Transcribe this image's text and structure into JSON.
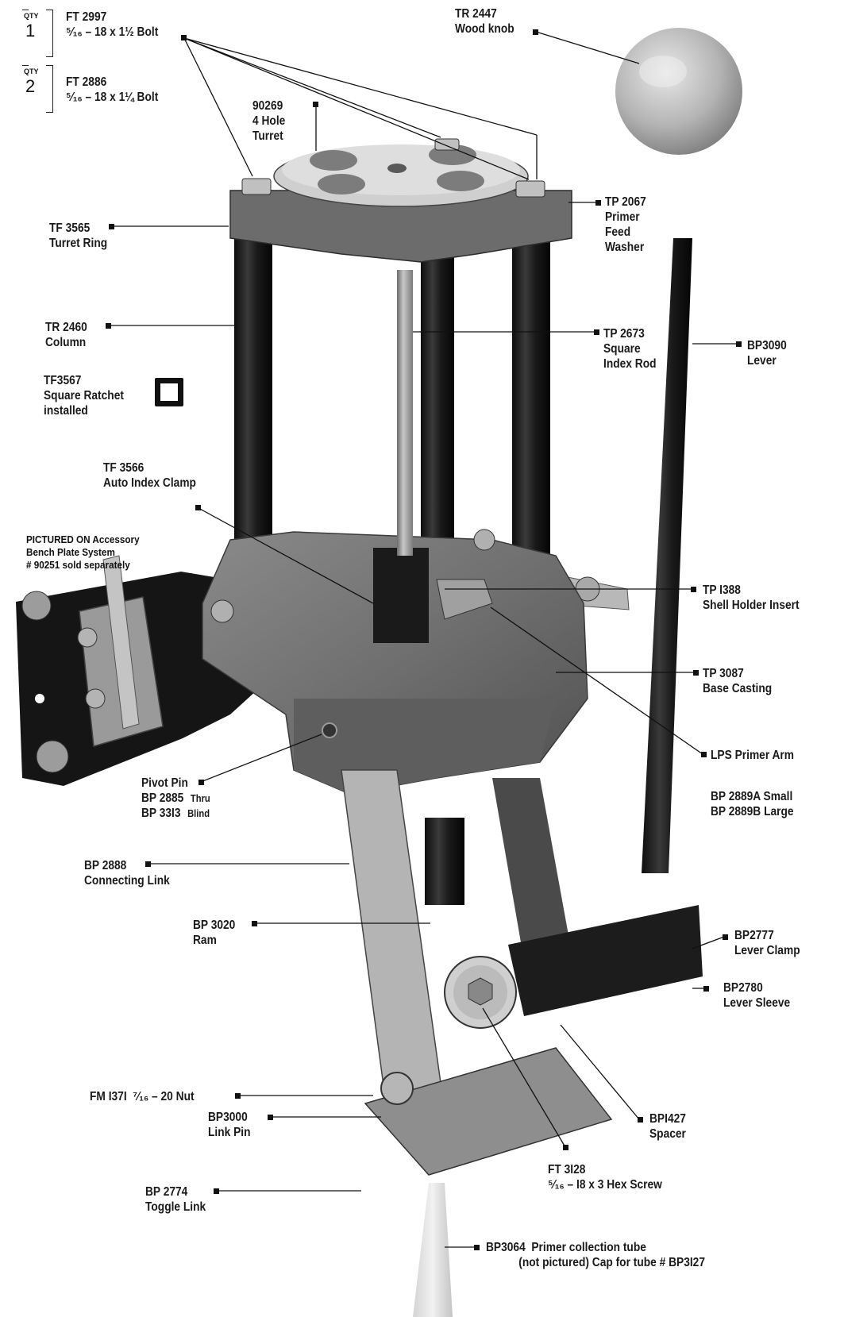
{
  "qty_label": "QTY",
  "bolts": [
    {
      "qty": "1",
      "part": "FT 2997",
      "desc": "⁵⁄₁₆ – 18 x 1½ Bolt"
    },
    {
      "qty": "2",
      "part": "FT 2886",
      "desc": "⁵⁄₁₆ – 18 x 1¼ Bolt"
    }
  ],
  "labels": {
    "wood_knob": {
      "part": "TR 2447",
      "name": "Wood knob"
    },
    "turret": {
      "part": "90269",
      "name1": "4 Hole",
      "name2": "Turret"
    },
    "primer_feed_washer": {
      "part": "TP 2067",
      "name1": "Primer",
      "name2": "Feed",
      "name3": "Washer"
    },
    "turret_ring": {
      "part": "TF 3565",
      "name": "Turret Ring"
    },
    "column": {
      "part": "TR 2460",
      "name": "Column"
    },
    "square_index_rod": {
      "part": "TP 2673",
      "name1": "Square",
      "name2": "Index Rod"
    },
    "lever": {
      "part": "BP3090",
      "name": "Lever"
    },
    "square_ratchet": {
      "part": "TF3567",
      "name1": "Square Ratchet",
      "name2": "installed"
    },
    "auto_index_clamp": {
      "part": "TF 3566",
      "name": "Auto Index Clamp"
    },
    "shell_holder_insert": {
      "part": "TP I388",
      "name": "Shell Holder Insert"
    },
    "base_casting": {
      "part": "TP 3087",
      "name": "Base Casting"
    },
    "primer_arm": {
      "name": "LPS Primer Arm",
      "small_part": "BP 2889A",
      "small": "Small",
      "large_part": "BP 2889B",
      "large": "Large"
    },
    "pivot_pin": {
      "name": "Pivot Pin",
      "thru_part": "BP 2885",
      "thru": "Thru",
      "blind_part": "BP 33I3",
      "blind": "Blind"
    },
    "connecting_link": {
      "part": "BP 2888",
      "name": "Connecting Link"
    },
    "ram": {
      "part": "BP 3020",
      "name": "Ram"
    },
    "lever_clamp": {
      "part": "BP2777",
      "name": "Lever Clamp"
    },
    "lever_sleeve": {
      "part": "BP2780",
      "name": "Lever Sleeve"
    },
    "nut": {
      "part": "FM I37I",
      "desc": "⁷⁄₁₆ – 20 Nut"
    },
    "link_pin": {
      "part": "BP3000",
      "name": "Link Pin"
    },
    "spacer": {
      "part": "BPI427",
      "name": "Spacer"
    },
    "hex_screw": {
      "part": "FT 3I28",
      "desc": "⁵⁄₁₆ – I8 x 3 Hex Screw"
    },
    "toggle_link": {
      "part": "BP 2774",
      "name": "Toggle Link"
    },
    "primer_tube": {
      "part": "BP3064",
      "name": "Primer collection tube",
      "note": "(not pictured) Cap for tube # BP3I27"
    }
  },
  "pictured_on": {
    "line1": "PICTURED ON Accessory",
    "line2": "Bench Plate System",
    "line3": "# 90251 sold separately"
  }
}
